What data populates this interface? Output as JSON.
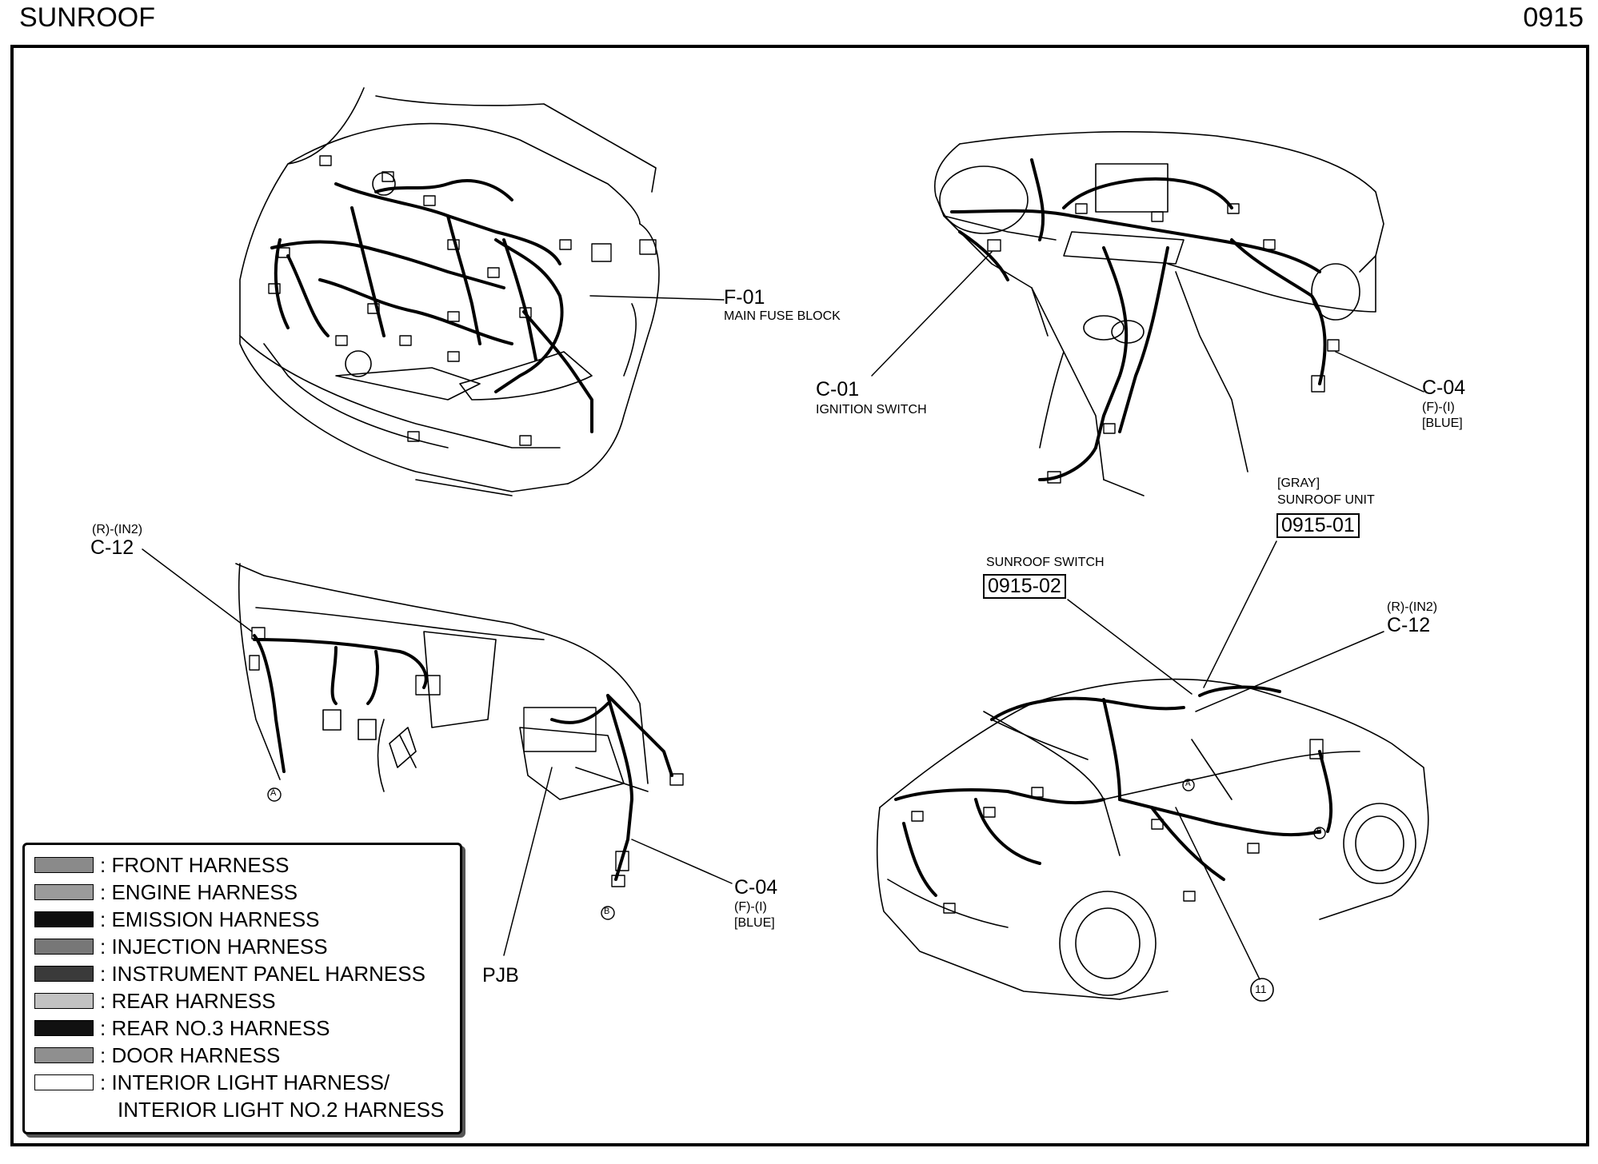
{
  "header": {
    "title": "SUNROOF",
    "page_code": "0915"
  },
  "callouts": {
    "f01": {
      "code": "F-01",
      "desc": "MAIN FUSE BLOCK"
    },
    "c01": {
      "code": "C-01",
      "desc": "IGNITION SWITCH"
    },
    "c04_top": {
      "code": "C-04",
      "sub1": "(F)-(I)",
      "sub2": "[BLUE]"
    },
    "c12_left": {
      "sub": "(R)-(IN2)",
      "code": "C-12"
    },
    "c04_mid": {
      "code": "C-04",
      "sub1": "(F)-(I)",
      "sub2": "[BLUE]"
    },
    "pjb": {
      "code": "PJB"
    },
    "sunroof_unit": {
      "color": "[GRAY]",
      "desc": "SUNROOF UNIT",
      "code": "0915-01"
    },
    "sunroof_switch": {
      "desc": "SUNROOF SWITCH",
      "code": "0915-02"
    },
    "c12_right": {
      "sub": "(R)-(IN2)",
      "code": "C-12"
    },
    "ground_11": {
      "code": "11"
    },
    "marker_a": "A",
    "marker_b": "B"
  },
  "legend": {
    "items": [
      {
        "label": ": FRONT HARNESS",
        "fill": "#8a8a8a"
      },
      {
        "label": ": ENGINE HARNESS",
        "fill": "#9b9b9b"
      },
      {
        "label": ": EMISSION HARNESS",
        "fill": "#0d0d0d"
      },
      {
        "label": ": INJECTION HARNESS",
        "fill": "#777777"
      },
      {
        "label": ": INSTRUMENT PANEL HARNESS",
        "fill": "#3a3a3a"
      },
      {
        "label": ": REAR HARNESS",
        "fill": "#c2c2c2"
      },
      {
        "label": ": REAR NO.3 HARNESS",
        "fill": "#111111"
      },
      {
        "label": ": DOOR HARNESS",
        "fill": "#8f8f8f"
      },
      {
        "label": ": INTERIOR LIGHT HARNESS/",
        "fill": "#ffffff"
      }
    ],
    "continuation": "INTERIOR LIGHT NO.2 HARNESS"
  }
}
